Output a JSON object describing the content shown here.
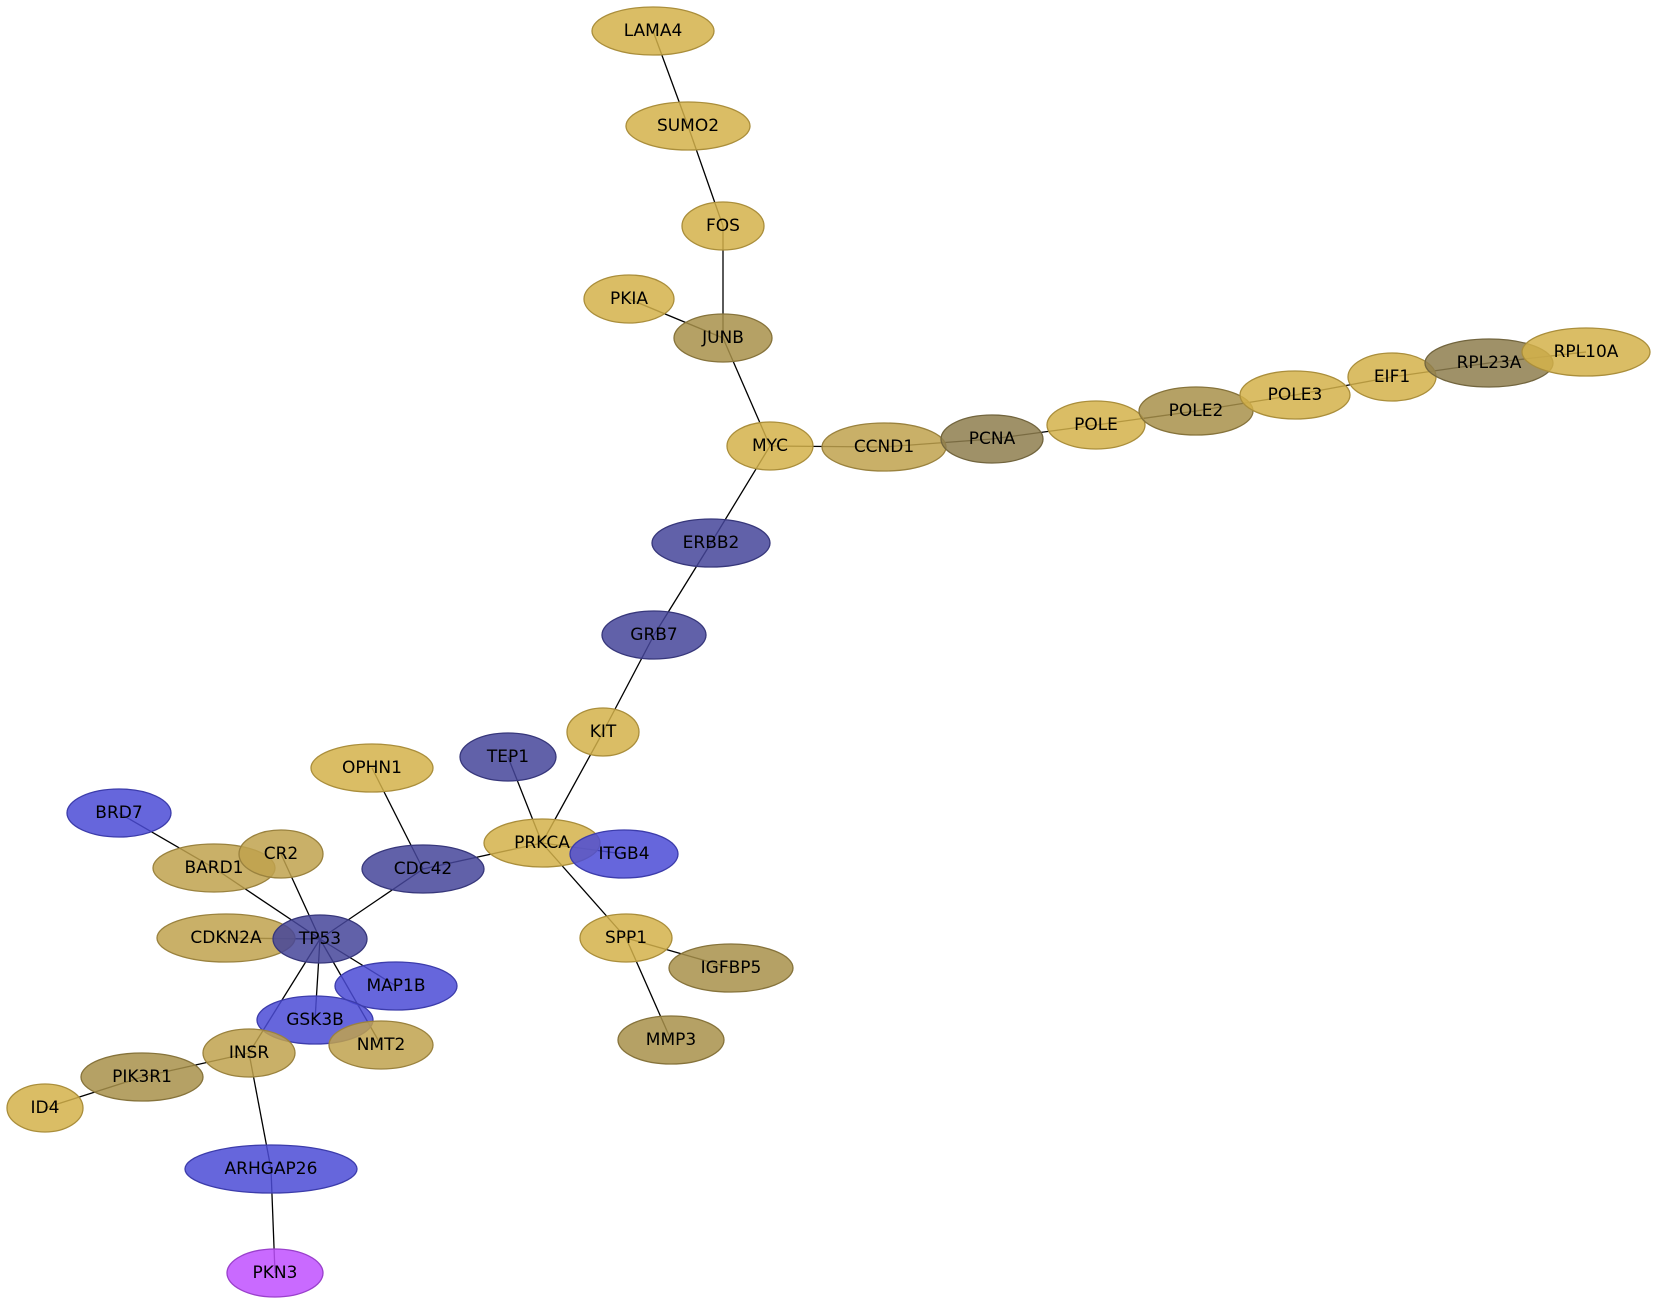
{
  "colors": {
    "gold": "#d4b24a",
    "gold_muted": "#c0a24e",
    "olive": "#a8904a",
    "olive_dark": "#8e7e4e",
    "blue": "#4b4bd6",
    "blue_dark": "#45459a",
    "violet": "#c050ff"
  },
  "nodes": [
    {
      "id": "LAMA4",
      "label": "LAMA4",
      "color": "gold"
    },
    {
      "id": "SUMO2",
      "label": "SUMO2",
      "color": "gold"
    },
    {
      "id": "FOS",
      "label": "FOS",
      "color": "gold"
    },
    {
      "id": "PKIA",
      "label": "PKIA",
      "color": "gold"
    },
    {
      "id": "JUNB",
      "label": "JUNB",
      "color": "olive"
    },
    {
      "id": "MYC",
      "label": "MYC",
      "color": "gold"
    },
    {
      "id": "CCND1",
      "label": "CCND1",
      "color": "gold_muted"
    },
    {
      "id": "PCNA",
      "label": "PCNA",
      "color": "olive_dark"
    },
    {
      "id": "POLE",
      "label": "POLE",
      "color": "gold"
    },
    {
      "id": "POLE2",
      "label": "POLE2",
      "color": "olive"
    },
    {
      "id": "POLE3",
      "label": "POLE3",
      "color": "gold"
    },
    {
      "id": "EIF1",
      "label": "EIF1",
      "color": "gold"
    },
    {
      "id": "RPL23A",
      "label": "RPL23A",
      "color": "olive_dark"
    },
    {
      "id": "RPL10A",
      "label": "RPL10A",
      "color": "gold"
    },
    {
      "id": "ERBB2",
      "label": "ERBB2",
      "color": "blue_dark"
    },
    {
      "id": "GRB7",
      "label": "GRB7",
      "color": "blue_dark"
    },
    {
      "id": "KIT",
      "label": "KIT",
      "color": "gold"
    },
    {
      "id": "TEP1",
      "label": "TEP1",
      "color": "blue_dark"
    },
    {
      "id": "PRKCA",
      "label": "PRKCA",
      "color": "gold"
    },
    {
      "id": "ITGB4",
      "label": "ITGB4",
      "color": "blue"
    },
    {
      "id": "OPHN1",
      "label": "OPHN1",
      "color": "gold"
    },
    {
      "id": "CDC42",
      "label": "CDC42",
      "color": "blue_dark"
    },
    {
      "id": "BRD7",
      "label": "BRD7",
      "color": "blue"
    },
    {
      "id": "BARD1",
      "label": "BARD1",
      "color": "gold_muted"
    },
    {
      "id": "CR2",
      "label": "CR2",
      "color": "gold_muted"
    },
    {
      "id": "CDKN2A",
      "label": "CDKN2A",
      "color": "gold_muted"
    },
    {
      "id": "TP53",
      "label": "TP53",
      "color": "blue_dark"
    },
    {
      "id": "MAP1B",
      "label": "MAP1B",
      "color": "blue"
    },
    {
      "id": "GSK3B",
      "label": "GSK3B",
      "color": "blue"
    },
    {
      "id": "NMT2",
      "label": "NMT2",
      "color": "gold_muted"
    },
    {
      "id": "SPP1",
      "label": "SPP1",
      "color": "gold"
    },
    {
      "id": "IGFBP5",
      "label": "IGFBP5",
      "color": "olive"
    },
    {
      "id": "MMP3",
      "label": "MMP3",
      "color": "olive"
    },
    {
      "id": "INSR",
      "label": "INSR",
      "color": "gold_muted"
    },
    {
      "id": "PIK3R1",
      "label": "PIK3R1",
      "color": "olive"
    },
    {
      "id": "ID4",
      "label": "ID4",
      "color": "gold"
    },
    {
      "id": "ARHGAP26",
      "label": "ARHGAP26",
      "color": "blue"
    },
    {
      "id": "PKN3",
      "label": "PKN3",
      "color": "violet"
    }
  ],
  "edges": [
    [
      "LAMA4",
      "SUMO2"
    ],
    [
      "SUMO2",
      "FOS"
    ],
    [
      "FOS",
      "JUNB"
    ],
    [
      "PKIA",
      "JUNB"
    ],
    [
      "JUNB",
      "MYC"
    ],
    [
      "MYC",
      "CCND1"
    ],
    [
      "CCND1",
      "PCNA"
    ],
    [
      "PCNA",
      "POLE"
    ],
    [
      "POLE",
      "POLE2"
    ],
    [
      "POLE2",
      "POLE3"
    ],
    [
      "POLE3",
      "EIF1"
    ],
    [
      "EIF1",
      "RPL23A"
    ],
    [
      "RPL23A",
      "RPL10A"
    ],
    [
      "MYC",
      "ERBB2"
    ],
    [
      "ERBB2",
      "GRB7"
    ],
    [
      "GRB7",
      "KIT"
    ],
    [
      "KIT",
      "PRKCA"
    ],
    [
      "TEP1",
      "PRKCA"
    ],
    [
      "PRKCA",
      "ITGB4"
    ],
    [
      "PRKCA",
      "CDC42"
    ],
    [
      "PRKCA",
      "SPP1"
    ],
    [
      "SPP1",
      "IGFBP5"
    ],
    [
      "SPP1",
      "MMP3"
    ],
    [
      "OPHN1",
      "CDC42"
    ],
    [
      "CDC42",
      "TP53"
    ],
    [
      "BRD7",
      "BARD1"
    ],
    [
      "BARD1",
      "TP53"
    ],
    [
      "CR2",
      "TP53"
    ],
    [
      "CDKN2A",
      "TP53"
    ],
    [
      "TP53",
      "MAP1B"
    ],
    [
      "TP53",
      "GSK3B"
    ],
    [
      "TP53",
      "NMT2"
    ],
    [
      "TP53",
      "INSR"
    ],
    [
      "INSR",
      "PIK3R1"
    ],
    [
      "PIK3R1",
      "ID4"
    ],
    [
      "INSR",
      "ARHGAP26"
    ],
    [
      "ARHGAP26",
      "PKN3"
    ]
  ]
}
